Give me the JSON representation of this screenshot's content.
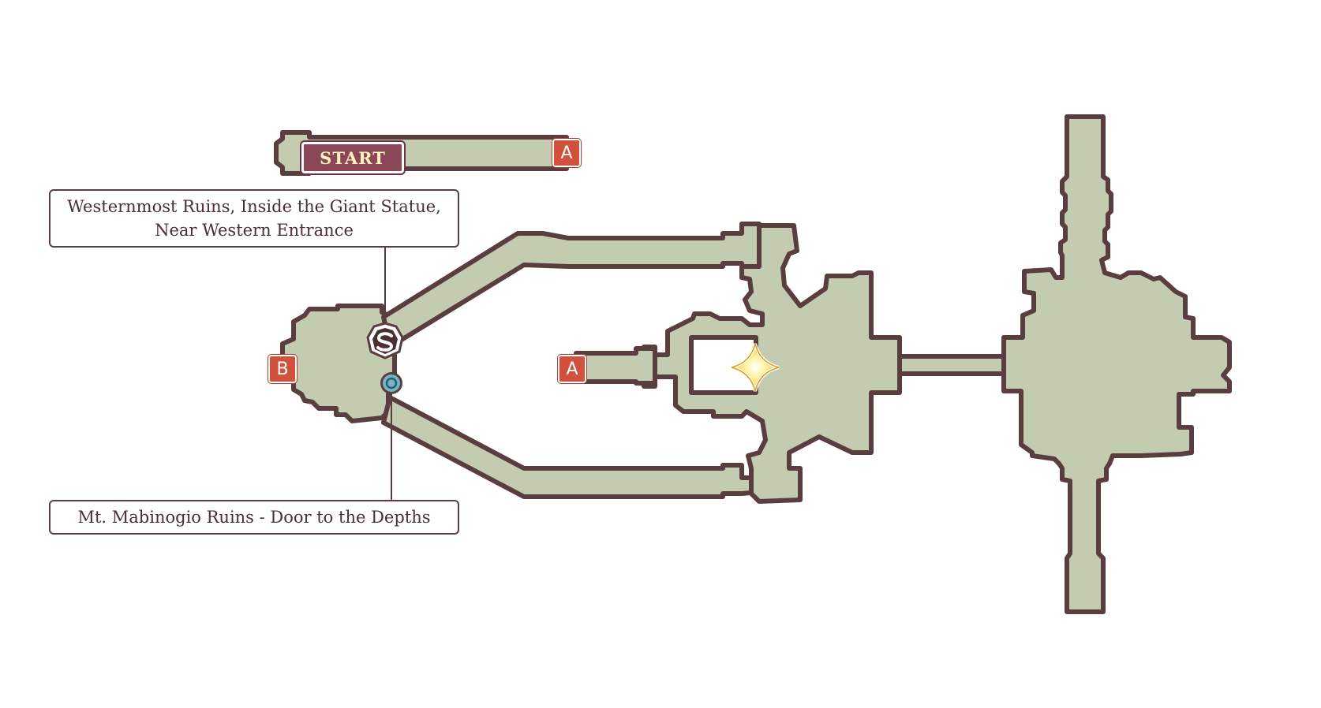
{
  "labels": {
    "start": "START",
    "waypoint_a_top": "A",
    "waypoint_a_mid": "A",
    "waypoint_b": "B"
  },
  "callouts": {
    "statue_line_1": "Westernmost Ruins, Inside the Giant Statue,",
    "statue_line_2": "Near Western Entrance",
    "door": "Mt. Mabinogio Ruins - Door to the Depths"
  },
  "icons": {
    "save_point": "s-emblem-icon",
    "door": "teleport-ring-icon",
    "objective": "gold-diamond-icon"
  },
  "colors": {
    "floor": "#c3cbb0",
    "wall": "#5a3d3f",
    "badge": "#d1513d",
    "start": "#8b4757",
    "start_text": "#fff3c2",
    "door": "#6fb7c9",
    "objective": "#f2c634"
  }
}
